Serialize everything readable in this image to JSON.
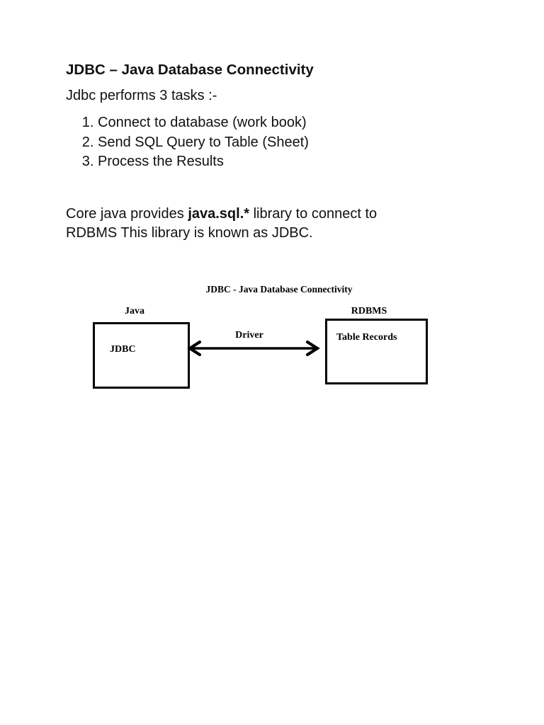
{
  "document": {
    "heading": "JDBC – Java Database Connectivity",
    "intro": "Jdbc performs 3 tasks :-",
    "tasks": [
      "Connect to database (work book)",
      "Send SQL Query to Table (Sheet)",
      "Process the Results"
    ],
    "paragraph": {
      "part1": "Core java provides ",
      "bold": "java.sql.*",
      "part2": " library to connect to RDBMS This library is known as JDBC."
    }
  },
  "diagram": {
    "title": "JDBC - Java Database Connectivity",
    "left_group_label": "Java",
    "right_group_label": "RDBMS",
    "left_box_text": "JDBC",
    "right_box_text": "Table Records",
    "arrow_label": "Driver",
    "colors": {
      "ink": "#000000",
      "body_text": "#111111",
      "page_background": "#ffffff"
    }
  }
}
